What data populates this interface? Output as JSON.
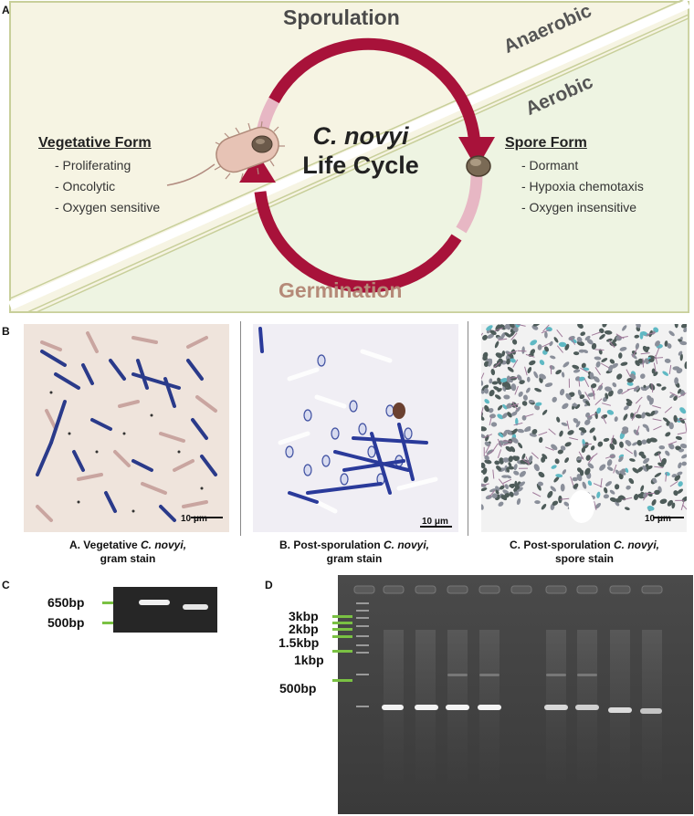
{
  "panels": {
    "a": {
      "label": "A",
      "top_label": "Sporulation",
      "bottom_label": "Germination",
      "anaerobic_label": "Anaerobic",
      "aerobic_label": "Aerobic",
      "center_title_italic": "C. novyi",
      "center_title": "Life Cycle",
      "vegetative": {
        "heading": "Vegetative Form",
        "items": [
          "- Proliferating",
          "- Oncolytic",
          "- Oxygen sensitive"
        ]
      },
      "spore": {
        "heading": "Spore Form",
        "items": [
          "- Dormant",
          "- Hypoxia chemotaxis",
          "- Oxygen insensitive"
        ]
      },
      "colors": {
        "cycle": "#a8123a",
        "anaerobic_bg": "#f6f4e3",
        "aerobic_bg": "#eef4e2",
        "border": "#c8cf9a"
      }
    },
    "b": {
      "label": "B",
      "images": [
        {
          "scalebar": "10 μm",
          "caption_line1_prefix": "A.  Vegetative ",
          "caption_line1_italic": "C. novyi,",
          "caption_line2": "gram stain"
        },
        {
          "scalebar": "10 μm",
          "caption_line1_prefix": "B. Post-sporulation ",
          "caption_line1_italic": "C. novyi,",
          "caption_line2": "gram stain"
        },
        {
          "scalebar": "10 μm",
          "caption_line1_prefix": "C. Post-sporulation ",
          "caption_line1_italic": "C. novyi,",
          "caption_line2": "spore stain"
        }
      ]
    },
    "c": {
      "label": "C",
      "markers": [
        "650bp",
        "500bp"
      ],
      "marker_color": "#7ac143"
    },
    "d": {
      "label": "D",
      "markers": [
        "3kbp",
        "2kbp",
        "1.5kbp",
        "1kbp",
        "500bp"
      ],
      "marker_color": "#7ac143"
    }
  }
}
